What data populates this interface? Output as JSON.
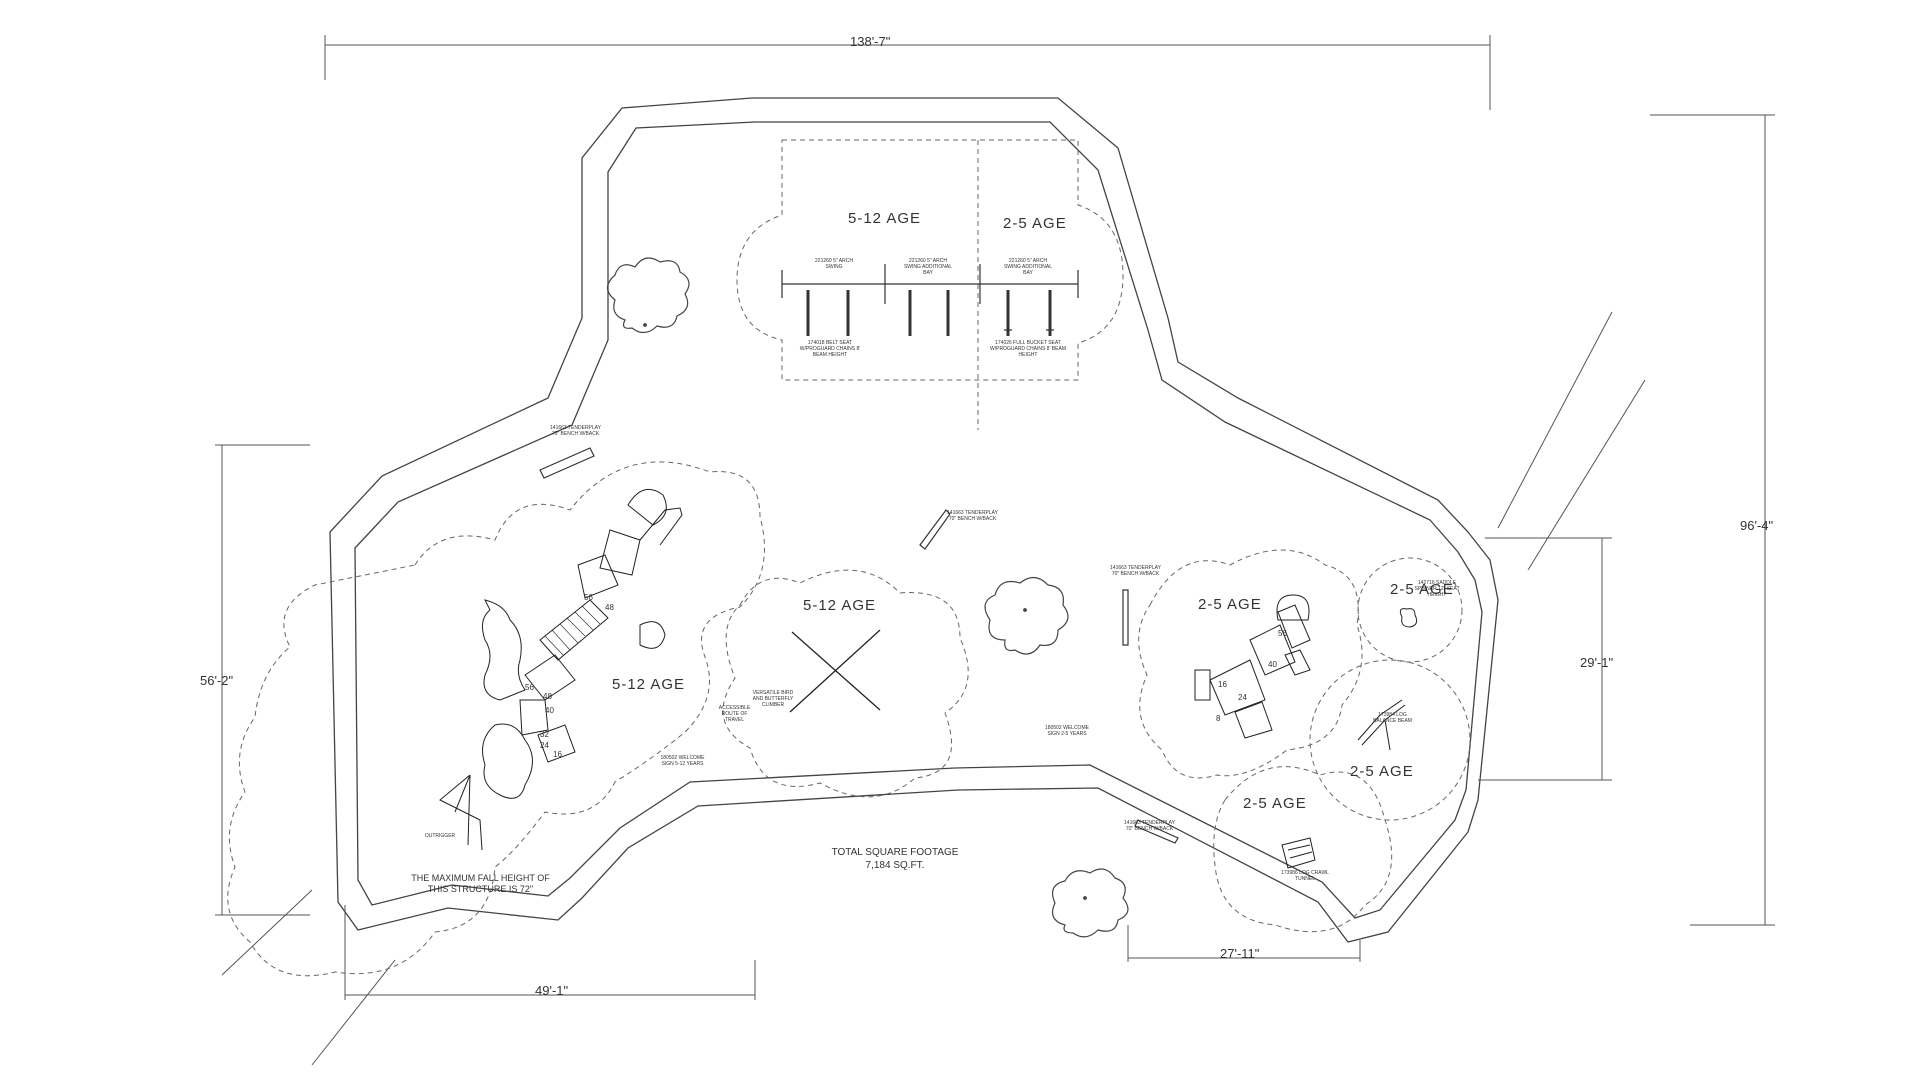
{
  "dimensions": {
    "overall_width": "138'-7\"",
    "overall_height": "96'-4\"",
    "left_height": "56'-2\"",
    "bottom_left": "49'-1\"",
    "right_height": "29'-1\"",
    "bottom_right": "27'-11\""
  },
  "zones": {
    "swings_5_12": "5-12 AGE",
    "swings_2_5": "2-5 AGE",
    "center_5_12": "5-12 AGE",
    "big_structure_5_12": "5-12 AGE",
    "right_structure_2_5": "2-5 AGE",
    "far_right_2_5": "2-5 AGE",
    "lower_right_2_5": "2-5 AGE",
    "bottom_right_2_5": "2-5 AGE"
  },
  "notes": {
    "total_label": "TOTAL SQUARE FOOTAGE",
    "total_value": "7,184 SQ.FT.",
    "fall_height": "THE MAXIMUM FALL HEIGHT OF THIS STRUCTURE IS 72\""
  },
  "deck_numbers": [
    "56",
    "48",
    "56",
    "48",
    "40",
    "32",
    "24",
    "16",
    "8",
    "16",
    "24",
    "40",
    "56"
  ],
  "fine_print": {
    "bench_top_left": "141663 TENDERPLAY 70\" BENCH W/BACK",
    "bench_center": "141663 TENDERPLAY 70\" BENCH W/BACK",
    "bench_right": "141663 TENDERPLAY 70\" BENCH W/BACK",
    "bench_bottom_right": "141663 TENDERPLAY 70\" BENCH W/BACK",
    "climber": "VERSATILE BIRD AND BUTTERFLY CLIMBER",
    "welcome_sign_left": "180502 WELCOME SIGN 5-12 YEARS",
    "welcome_sign_right": "180502 WELCOME SIGN 2-5 YEARS",
    "accessible_route": "ACCESSIBLE ROUTE OF TRAVEL",
    "swing_1": "221260 5\" ARCH SWING",
    "swing_2": "221260 5\" ARCH SWING ADDITIONAL BAY",
    "swing_3": "221260 5\" ARCH SWING ADDITIONAL BAY",
    "belt_seat": "174018 BELT SEAT W/PROGUARD CHAINS 8' BEAM HEIGHT",
    "bucket_seat": "174026 FULL BUCKET SEAT W/PROGUARD CHAINS 8' BEAM HEIGHT",
    "outrigger": "OUTRIGGER",
    "spinner": "142716 SADDLE SPINNER 12\" SEAT HEIGHT",
    "balance_beam": "173984 LOG BALANCE BEAM",
    "tunnel": "173986 LOG CRAWL TUNNEL"
  }
}
